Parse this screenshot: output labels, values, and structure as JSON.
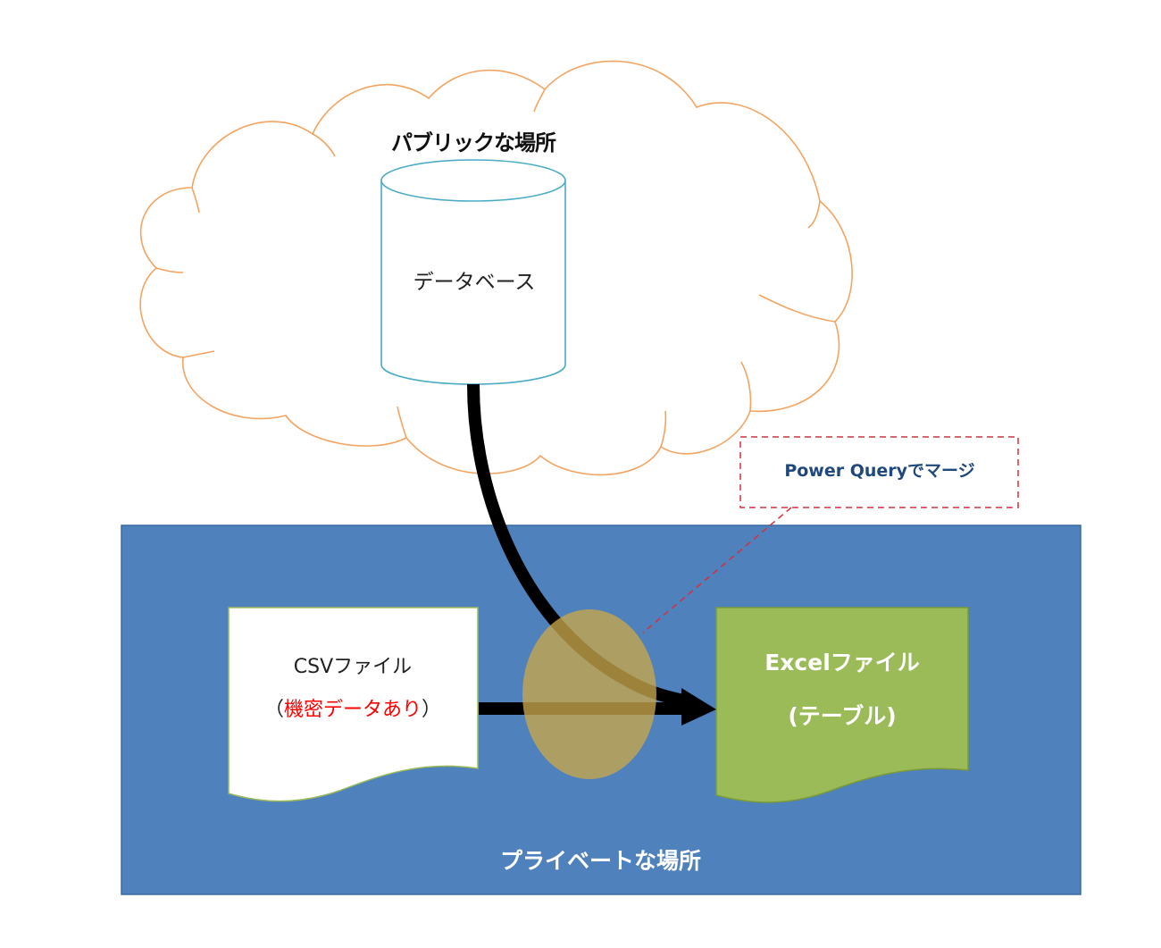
{
  "public_zone": {
    "title": "パブリックな場所",
    "database_label": "データベース"
  },
  "private_zone": {
    "title": "プライベートな場所"
  },
  "csv_file": {
    "line1": "CSVファイル",
    "paren_open": "（",
    "confidential_label": "機密データあり",
    "paren_close": "）"
  },
  "excel_file": {
    "line1": "Excelファイル",
    "line2": "(テーブル)"
  },
  "callout": {
    "text": "Power Queryでマージ"
  },
  "colors": {
    "cloud_stroke": "#f4a460",
    "cylinder_stroke": "#4bacc6",
    "private_fill": "#4f81bd",
    "csv_fill": "#ffffff",
    "excel_fill": "#9bbb59",
    "merge_ellipse": "#b8a050",
    "callout_stroke": "#d62f3a",
    "callout_text": "#1f497d",
    "confidential_text": "#ff0000",
    "arrow": "#000000"
  }
}
